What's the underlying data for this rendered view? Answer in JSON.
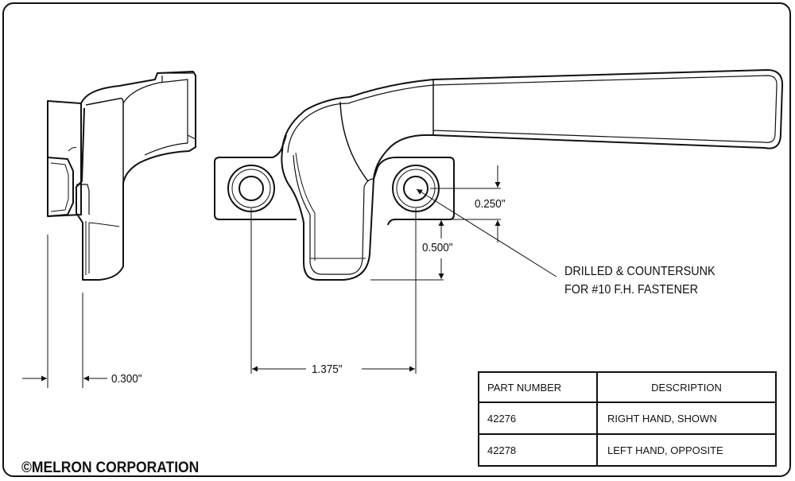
{
  "dimensions": {
    "hole_offset": "0.250\"",
    "edge_offset": "0.500\"",
    "hole_spacing": "1.375\"",
    "side_thickness": "0.300\""
  },
  "note": {
    "line1": "DRILLED & COUNTERSUNK",
    "line2": "FOR #10 F.H. FASTENER"
  },
  "parts_table": {
    "headers": {
      "part_number": "PART NUMBER",
      "description": "DESCRIPTION"
    },
    "rows": [
      {
        "part_number": "42276",
        "description": "RIGHT HAND, SHOWN"
      },
      {
        "part_number": "42278",
        "description": "LEFT HAND, OPPOSITE"
      }
    ]
  },
  "copyright": "©MELRON CORPORATION"
}
